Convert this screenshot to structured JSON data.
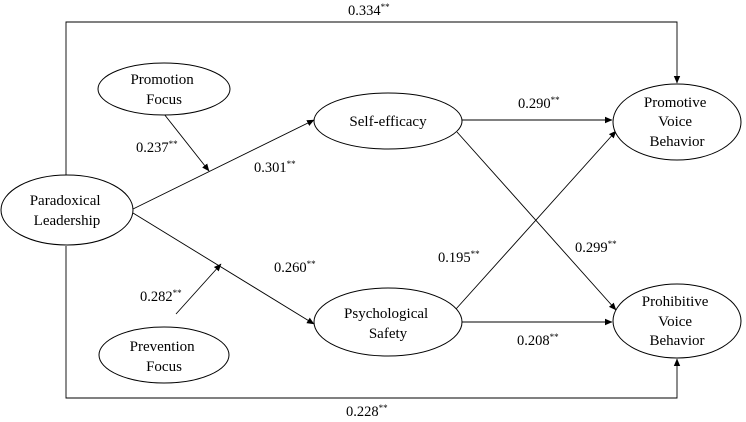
{
  "nodes": {
    "paradoxical_leadership": [
      "Paradoxical",
      "Leadership"
    ],
    "promotion_focus": [
      "Promotion",
      "Focus"
    ],
    "prevention_focus": [
      "Prevention",
      "Focus"
    ],
    "self_efficacy": [
      "Self-efficacy"
    ],
    "psychological_safety": [
      "Psychological",
      "Safety"
    ],
    "promotive_voice": [
      "Promotive",
      "Voice",
      "Behavior"
    ],
    "prohibitive_voice": [
      "Prohibitive",
      "Voice",
      "Behavior"
    ]
  },
  "paths": {
    "pl_to_promotive": {
      "value": "0.334",
      "sig": "**"
    },
    "pl_to_prohibitive": {
      "value": "0.228",
      "sig": "**"
    },
    "promotion_moderation": {
      "value": "0.237",
      "sig": "**"
    },
    "prevention_moderation": {
      "value": "0.282",
      "sig": "**"
    },
    "pl_to_self_efficacy": {
      "value": "0.301",
      "sig": "**"
    },
    "pl_to_psych_safety": {
      "value": "0.260",
      "sig": "**"
    },
    "se_to_promotive": {
      "value": "0.290",
      "sig": "**"
    },
    "se_to_prohibitive": {
      "value": "0.299",
      "sig": "**"
    },
    "ps_to_promotive": {
      "value": "0.195",
      "sig": "**"
    },
    "ps_to_prohibitive": {
      "value": "0.208",
      "sig": "**"
    }
  }
}
